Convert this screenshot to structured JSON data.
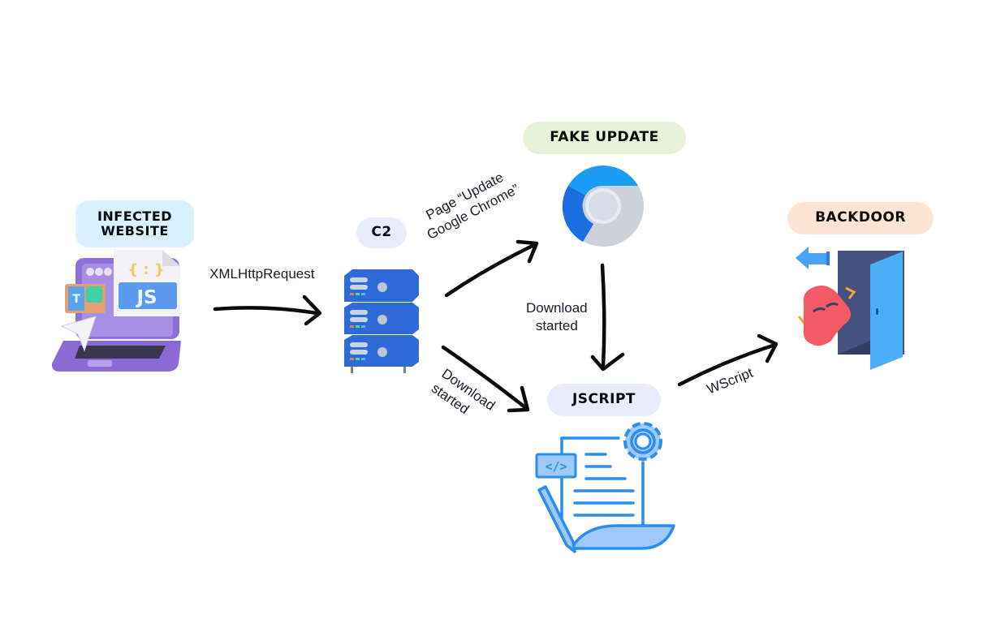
{
  "nodes": {
    "infected_website": {
      "label_line1": "INFECTED",
      "label_line2": "WEBSITE",
      "pill_color": "#d9f1fd",
      "icon": "laptop-js-icon",
      "js_text": "JS",
      "braces_text": "{ : }",
      "t_text": "T"
    },
    "c2": {
      "label": "C2",
      "pill_color": "#e9ecfc",
      "icon": "server-stack-icon"
    },
    "fake_update": {
      "label": "FAKE UPDATE",
      "pill_color": "#e6f3d8",
      "icon": "chrome-icon"
    },
    "jscript": {
      "label": "JSCRIPT",
      "pill_color": "#e9ecfc",
      "icon": "script-document-gear-icon",
      "code_text": "</>"
    },
    "backdoor": {
      "label": "BACKDOOR",
      "pill_color": "#fde4d4",
      "icon": "door-ghost-icon"
    }
  },
  "edges": {
    "xmlhttp": {
      "label": "XMLHttpRequest",
      "from": "INFECTED WEBSITE",
      "to": "C2"
    },
    "page_update": {
      "label_line1": "Page “Update",
      "label_line2": "Google Chrome”",
      "from": "C2",
      "to": "FAKE UPDATE"
    },
    "download_c2": {
      "label_line1": "Download",
      "label_line2": "started",
      "from": "C2",
      "to": "JSCRIPT"
    },
    "download_chrome": {
      "label_line1": "Download",
      "label_line2": "started",
      "from": "FAKE UPDATE",
      "to": "JSCRIPT"
    },
    "wscript": {
      "label": "WScript",
      "from": "JSCRIPT",
      "to": "BACKDOOR"
    }
  }
}
